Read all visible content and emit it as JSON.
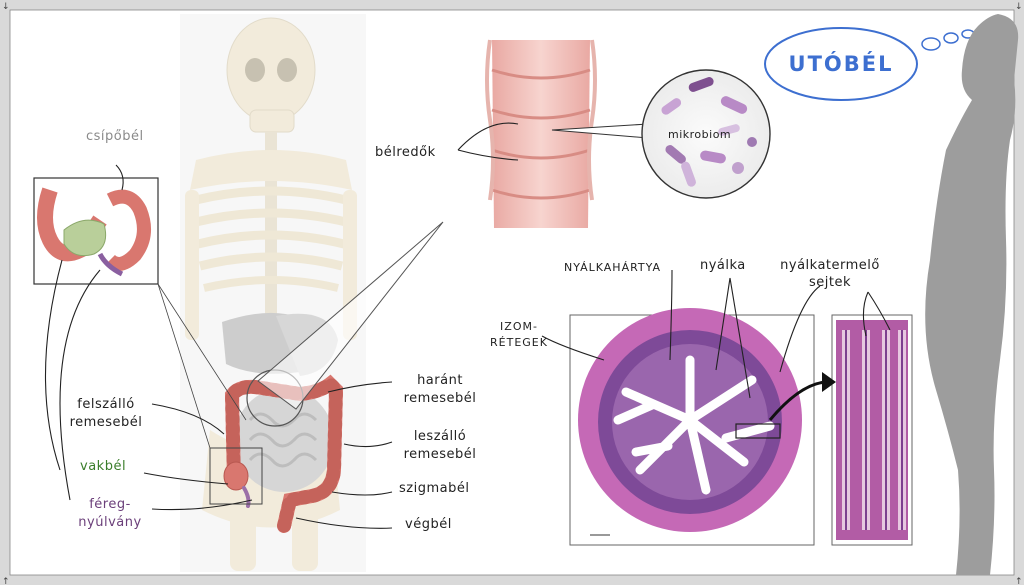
{
  "title": "UTÓBÉL",
  "labels": {
    "csipobel": "csípőbél",
    "belredok": "bélredők",
    "mikrobiom": "mikrobiom",
    "nyalkahartya": "NYÁLKAHÁRTYA",
    "nyalka": "nyálka",
    "nyalkatermelo_1": "nyálkatermelő",
    "nyalkatermelo_2": "sejtek",
    "izomretegek_1": "IZOM-",
    "izomretegek_2": "RÉTEGEK",
    "harant_1": "haránt",
    "harant_2": "remesebél",
    "felszallo_1": "felszálló",
    "felszallo_2": "remesebél",
    "leszallo_1": "leszálló",
    "leszallo_2": "remesebél",
    "vakbel": "vakbél",
    "fereg_1": "féreg-",
    "fereg_2": "nyúlvány",
    "szigmabel": "szigmabél",
    "vegbel": "végbél"
  },
  "colors": {
    "title": "#3d6fd0",
    "vakbel": "#3a7d2a",
    "fereg": "#6b3f7a",
    "csipobel": "#8a8a8a",
    "colon": "#d9776f",
    "tissue": "#b95ba8",
    "silhouette": "#9d9d9d"
  }
}
